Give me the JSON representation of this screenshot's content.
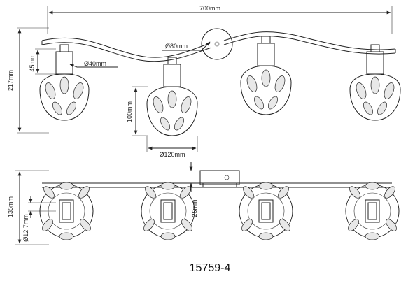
{
  "dimensions": {
    "width_total": "700mm",
    "height_total": "217mm",
    "socket_height": "45mm",
    "socket_diameter": "Ø40mm",
    "canopy_diameter": "Ø80mm",
    "shade_height": "100mm",
    "shade_diameter": "Ø120mm",
    "depth_total": "135mm",
    "tube_diameter": "Ø12.7mm",
    "canopy_depth": "25mm"
  },
  "product_code": "15759-4"
}
